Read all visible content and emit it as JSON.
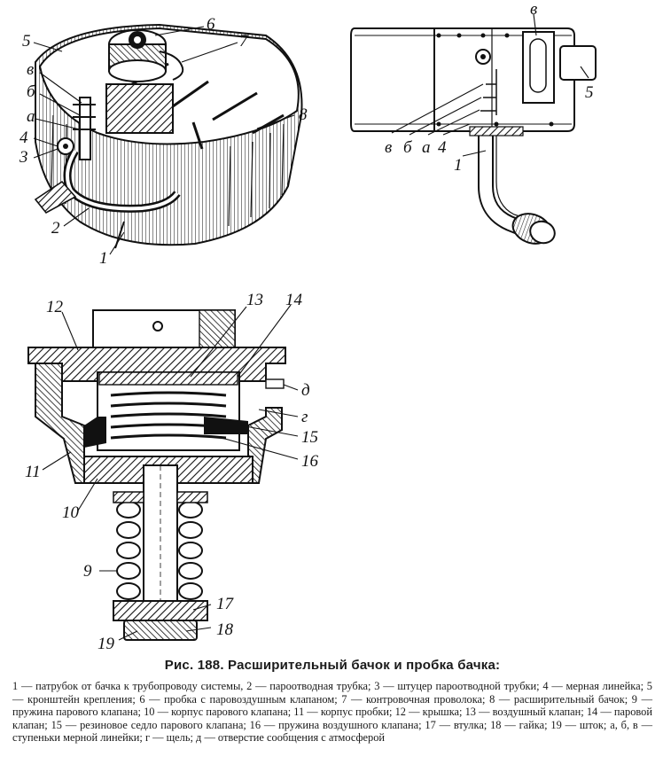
{
  "figure": {
    "title": "Рис. 188. Расширительный бачок и пробка бачка:",
    "legend": "1 — патрубок от бачка к трубопроводу системы, 2 — пароотводная трубка; 3 — штуцер пароотводной трубки; 4 — мерная линейка; 5 — кронштейн крепления; 6 — пробка с паровоздушным клапаном; 7 — контровочная проволока; 8 — расширительный бачок; 9 — пружина парового клапана; 10 — корпус парового клапана; 11 — корпус пробки; 12 — крышка; 13 — воздушный клапан; 14 — паровой клапан; 15 — резиновое седло парового клапана; 16 — пружина воздушного клапана; 17 — втулка; 18 — гайка; 19 — шток; а, б, в — ступеньки мерной линейки; г — щель; д — отверстие сообщения с атмосферой"
  },
  "view_a_labels": {
    "l6": "6",
    "l7": "7",
    "l5": "5",
    "lv": "в",
    "lb": "б",
    "la": "а",
    "l4": "4",
    "l3": "3",
    "l8": "8",
    "l2": "2",
    "l1": "1"
  },
  "view_b_labels": {
    "lv_top": "в",
    "l5": "5",
    "lv": "в",
    "lb": "б",
    "la": "а",
    "l4": "4",
    "l1": "1"
  },
  "view_c_labels": {
    "l12": "12",
    "l13": "13",
    "l14": "14",
    "ld": "д",
    "lg": "г",
    "l15": "15",
    "l16": "16",
    "l11": "11",
    "l10": "10",
    "l9": "9",
    "l17": "17",
    "l19": "19",
    "l18": "18"
  }
}
